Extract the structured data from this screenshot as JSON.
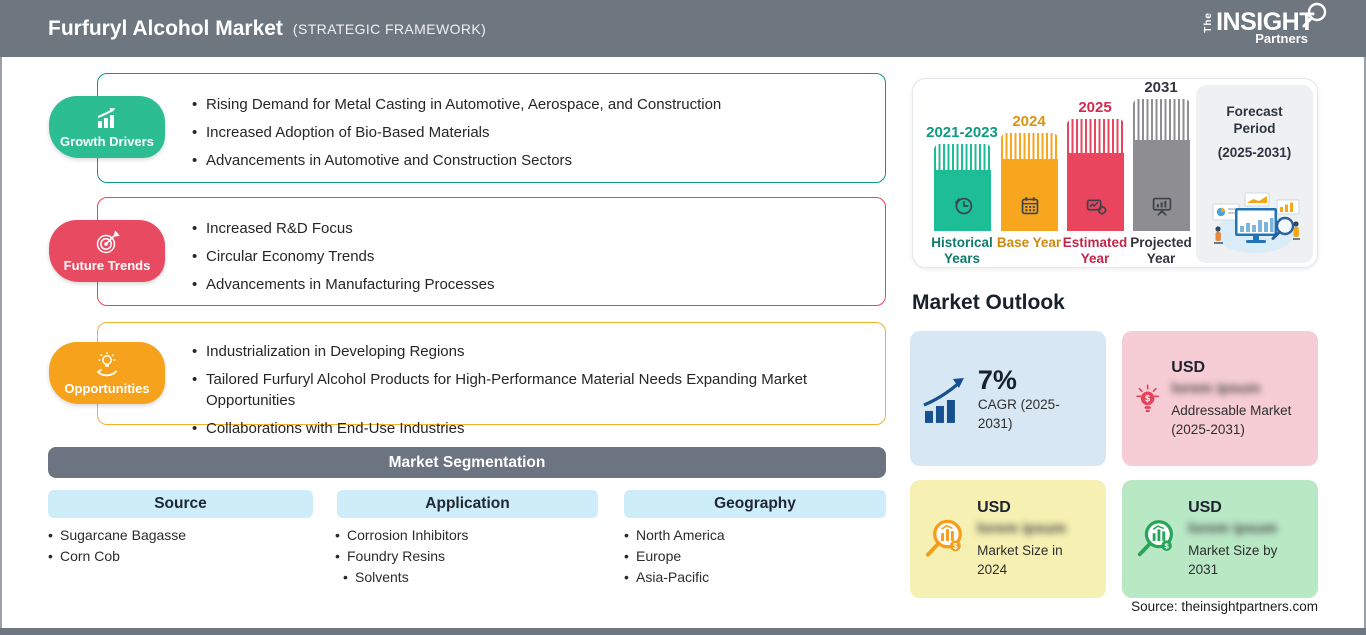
{
  "header": {
    "title": "Furfuryl Alcohol Market",
    "subtitle": "(STRATEGIC FRAMEWORK)",
    "logo": {
      "the": "The",
      "insight": "INSIGHT",
      "partners": "Partners"
    }
  },
  "sections": [
    {
      "label": "Growth Drivers",
      "color": "#2cbd92",
      "bullets": [
        "Rising Demand for Metal Casting in Automotive, Aerospace, and Construction",
        "Increased Adoption of Bio-Based Materials",
        "Advancements in Automotive and Construction Sectors"
      ]
    },
    {
      "label": "Future Trends",
      "color": "#e84b61",
      "bullets": [
        "Increased R&D Focus",
        "Circular Economy Trends",
        "Advancements in Manufacturing Processes"
      ]
    },
    {
      "label": "Opportunities",
      "color": "#f7a21c",
      "bullets": [
        "Industrialization in Developing Regions",
        "Tailored Furfuryl Alcohol Products for High-Performance Material Needs Expanding Market Opportunities",
        "Collaborations with End-Use Industries"
      ]
    }
  ],
  "segmentation": {
    "title": "Market Segmentation",
    "columns": [
      {
        "header": "Source",
        "items": [
          "Sugarcane Bagasse",
          "Corn Cob"
        ]
      },
      {
        "header": "Application",
        "items": [
          "Corrosion Inhibitors",
          "Foundry Resins",
          "Solvents"
        ]
      },
      {
        "header": "Geography",
        "items": [
          "North America",
          "Europe",
          "Asia-Pacific"
        ]
      }
    ]
  },
  "timeline": {
    "bars": [
      {
        "year": "2021-2023",
        "label": "Historical Years",
        "color": "#1dbd96"
      },
      {
        "year": "2024",
        "label": "Base Year",
        "color": "#f8a61e"
      },
      {
        "year": "2025",
        "label": "Estimated Year",
        "color": "#e9455e"
      },
      {
        "year": "2031",
        "label": "Projected Year",
        "color": "#8d8d92"
      }
    ],
    "forecast": {
      "title": "Forecast Period",
      "range": "(2025-2031)"
    }
  },
  "outlook": {
    "title": "Market Outlook",
    "cards": [
      {
        "value": "7%",
        "label": "CAGR (2025-2031)",
        "bg": "#d7e8f4"
      },
      {
        "currency": "USD",
        "masked": "lorem ipsum",
        "label": "Addressable Market (2025-2031)",
        "bg": "#f6cdd4"
      },
      {
        "currency": "USD",
        "masked": "lorem ipsum",
        "label": "Market Size in 2024",
        "bg": "#f6f0b2"
      },
      {
        "currency": "USD",
        "masked": "lorem ipsum",
        "label": "Market Size by 2031",
        "bg": "#b9e8c5"
      }
    ],
    "source": "Source: theinsightpartners.com"
  },
  "colors": {
    "header_bar": "#6e7780",
    "pill_blue": "#cdedf9",
    "segmentation_bar": "#6b7480"
  }
}
